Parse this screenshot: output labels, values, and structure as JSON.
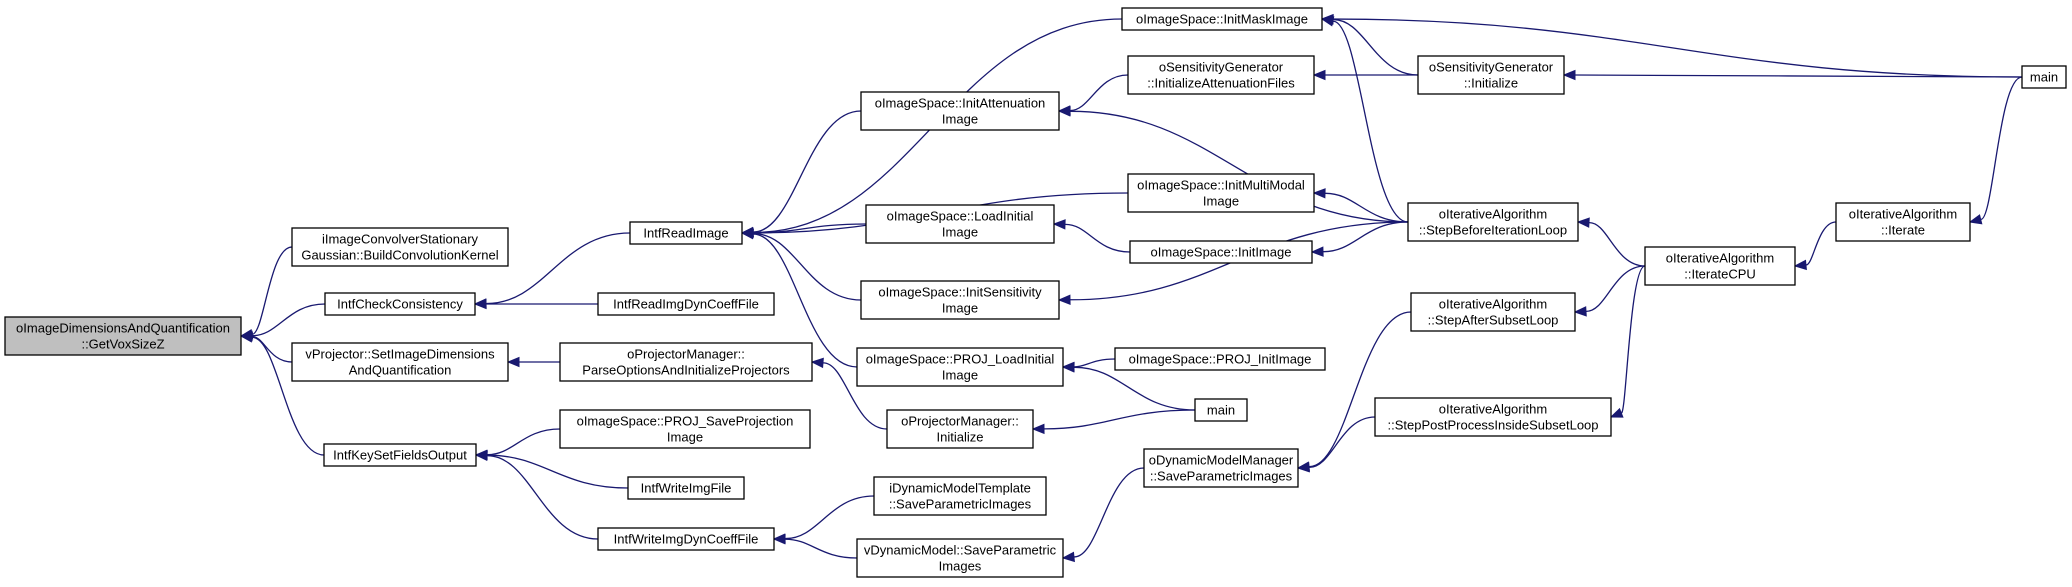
{
  "diagram": {
    "nodes": [
      {
        "id": "getvox",
        "lines": [
          "oImageDimensionsAndQuantification",
          "::GetVoxSizeZ"
        ],
        "root": true
      },
      {
        "id": "conv",
        "lines": [
          "iImageConvolverStationary",
          "Gaussian::BuildConvolutionKernel"
        ]
      },
      {
        "id": "checkcons",
        "lines": [
          "IntfCheckConsistency"
        ]
      },
      {
        "id": "vproj_set",
        "lines": [
          "vProjector::SetImageDimensions",
          "AndQuantification"
        ]
      },
      {
        "id": "keyset",
        "lines": [
          "IntfKeySetFieldsOutput"
        ]
      },
      {
        "id": "readimg",
        "lines": [
          "IntfReadImage"
        ]
      },
      {
        "id": "readdyn",
        "lines": [
          "IntfReadImgDynCoeffFile"
        ]
      },
      {
        "id": "pm_parse",
        "lines": [
          "oProjectorManager::",
          "ParseOptionsAndInitializeProjectors"
        ]
      },
      {
        "id": "is_saveproj",
        "lines": [
          "oImageSpace::PROJ_SaveProjection",
          "Image"
        ]
      },
      {
        "id": "writeimg",
        "lines": [
          "IntfWriteImgFile"
        ]
      },
      {
        "id": "writedyn",
        "lines": [
          "IntfWriteImgDynCoeffFile"
        ]
      },
      {
        "id": "is_initmask",
        "lines": [
          "oImageSpace::InitMaskImage"
        ]
      },
      {
        "id": "is_initatt",
        "lines": [
          "oImageSpace::InitAttenuation",
          "Image"
        ]
      },
      {
        "id": "is_loadinit",
        "lines": [
          "oImageSpace::LoadInitial",
          "Image"
        ]
      },
      {
        "id": "is_initsens",
        "lines": [
          "oImageSpace::InitSensitivity",
          "Image"
        ]
      },
      {
        "id": "is_projload",
        "lines": [
          "oImageSpace::PROJ_LoadInitial",
          "Image"
        ]
      },
      {
        "id": "pm_init",
        "lines": [
          "oProjectorManager::",
          "Initialize"
        ]
      },
      {
        "id": "dmt_save",
        "lines": [
          "iDynamicModelTemplate",
          "::SaveParametricImages"
        ]
      },
      {
        "id": "vdm_save",
        "lines": [
          "vDynamicModel::SaveParametric",
          "Images"
        ]
      },
      {
        "id": "sg_initatt",
        "lines": [
          "oSensitivityGenerator",
          "::InitializeAttenuationFiles"
        ]
      },
      {
        "id": "is_initmm",
        "lines": [
          "oImageSpace::InitMultiModal",
          "Image"
        ]
      },
      {
        "id": "is_initimg",
        "lines": [
          "oImageSpace::InitImage"
        ]
      },
      {
        "id": "is_projinit",
        "lines": [
          "oImageSpace::PROJ_InitImage"
        ]
      },
      {
        "id": "main_mid",
        "lines": [
          "main"
        ]
      },
      {
        "id": "ddm_save",
        "lines": [
          "oDynamicModelManager",
          "::SaveParametricImages"
        ]
      },
      {
        "id": "sg_init",
        "lines": [
          "oSensitivityGenerator",
          "::Initialize"
        ]
      },
      {
        "id": "ia_stepbefore",
        "lines": [
          "oIterativeAlgorithm",
          "::StepBeforeIterationLoop"
        ]
      },
      {
        "id": "ia_stepafter",
        "lines": [
          "oIterativeAlgorithm",
          "::StepAfterSubsetLoop"
        ]
      },
      {
        "id": "ia_steppost",
        "lines": [
          "oIterativeAlgorithm",
          "::StepPostProcessInsideSubsetLoop"
        ]
      },
      {
        "id": "ia_itercpu",
        "lines": [
          "oIterativeAlgorithm",
          "::IterateCPU"
        ]
      },
      {
        "id": "ia_iterate",
        "lines": [
          "oIterativeAlgorithm",
          "::Iterate"
        ]
      },
      {
        "id": "main_right",
        "lines": [
          "main"
        ]
      }
    ],
    "edges": [
      [
        "conv",
        "getvox"
      ],
      [
        "checkcons",
        "getvox"
      ],
      [
        "vproj_set",
        "getvox"
      ],
      [
        "keyset",
        "getvox"
      ],
      [
        "readimg",
        "checkcons"
      ],
      [
        "readdyn",
        "checkcons"
      ],
      [
        "pm_parse",
        "vproj_set"
      ],
      [
        "is_saveproj",
        "keyset"
      ],
      [
        "writeimg",
        "keyset"
      ],
      [
        "writedyn",
        "keyset"
      ],
      [
        "is_initmask",
        "readimg"
      ],
      [
        "is_initatt",
        "readimg"
      ],
      [
        "is_initmm",
        "readimg"
      ],
      [
        "is_loadinit",
        "readimg"
      ],
      [
        "is_initsens",
        "readimg"
      ],
      [
        "is_projload",
        "readimg"
      ],
      [
        "pm_init",
        "pm_parse"
      ],
      [
        "dmt_save",
        "writedyn"
      ],
      [
        "vdm_save",
        "writedyn"
      ],
      [
        "main_right",
        "is_initmask"
      ],
      [
        "sg_init",
        "is_initmask"
      ],
      [
        "ia_stepbefore",
        "is_initmask"
      ],
      [
        "sg_initatt",
        "is_initatt"
      ],
      [
        "ia_stepbefore",
        "is_initatt"
      ],
      [
        "is_initimg",
        "is_loadinit"
      ],
      [
        "ia_stepbefore",
        "is_initsens"
      ],
      [
        "is_projinit",
        "is_projload"
      ],
      [
        "main_mid",
        "is_projload"
      ],
      [
        "main_mid",
        "pm_init"
      ],
      [
        "ddm_save",
        "vdm_save"
      ],
      [
        "sg_init",
        "sg_initatt"
      ],
      [
        "ia_stepbefore",
        "is_initmm"
      ],
      [
        "ia_stepbefore",
        "is_initimg"
      ],
      [
        "ia_stepafter",
        "ddm_save"
      ],
      [
        "ia_steppost",
        "ddm_save"
      ],
      [
        "main_right",
        "sg_init"
      ],
      [
        "ia_itercpu",
        "ia_stepbefore"
      ],
      [
        "ia_itercpu",
        "ia_stepafter"
      ],
      [
        "ia_itercpu",
        "ia_steppost"
      ],
      [
        "ia_iterate",
        "ia_itercpu"
      ],
      [
        "main_right",
        "ia_iterate"
      ]
    ]
  }
}
